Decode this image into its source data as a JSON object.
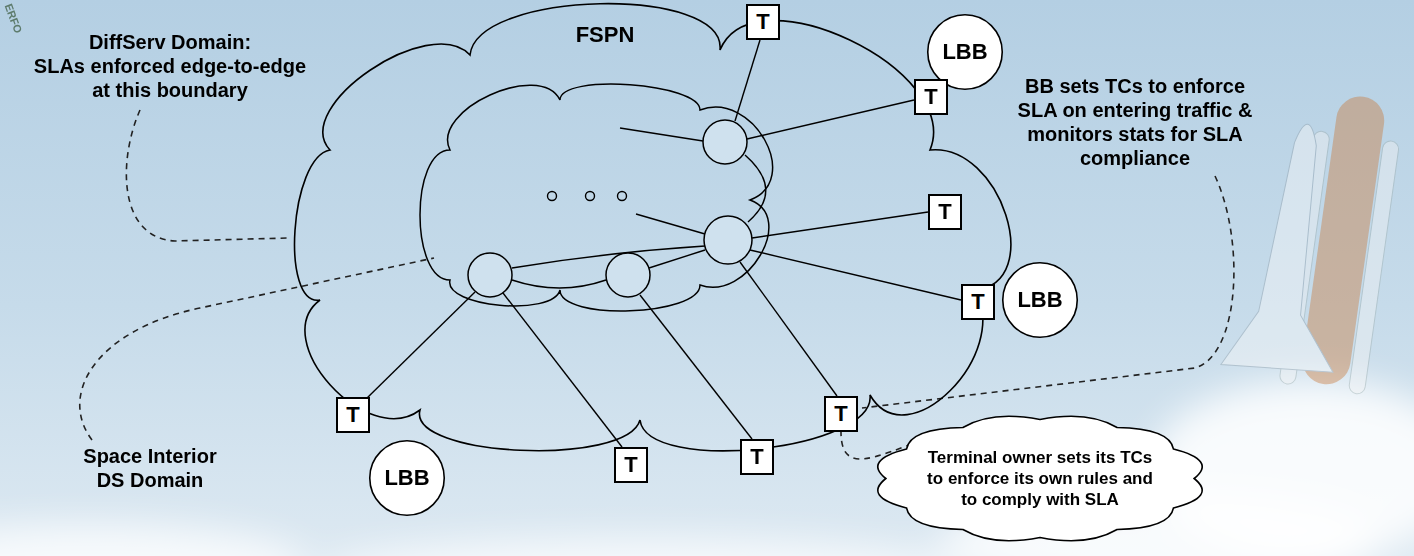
{
  "diagram": {
    "nodes": [
      {
        "text": [
          "FSPN"
        ]
      },
      {
        "text": [
          "T"
        ]
      },
      {
        "text": [
          "LBB"
        ]
      },
      {
        "text": [
          "T"
        ]
      },
      {
        "text": [
          "T"
        ]
      },
      {
        "text": [
          "LBB"
        ]
      },
      {
        "text": [
          "T"
        ]
      },
      {
        "text": [
          "T"
        ]
      },
      {
        "text": [
          "T"
        ]
      },
      {
        "text": [
          "T"
        ]
      },
      {
        "text": [
          "T"
        ]
      },
      {
        "text": [
          "LBB"
        ]
      },
      {
        "text": [
          "Terminal owner sets its TCs to enforce its own rules and to comply with SLA"
        ]
      }
    ],
    "edges": [
      {
        "from": 12,
        "to": 8,
        "arrow": "none"
      }
    ],
    "labels": [
      "ERFO",
      "DiffServ Domain:",
      "SLAs enforced edge-to-edge at this boundary",
      "BB sets TCs to enforce SLA on entering traffic & monitors stats for SLA compliance",
      "Space Interior DS Domain"
    ]
  }
}
